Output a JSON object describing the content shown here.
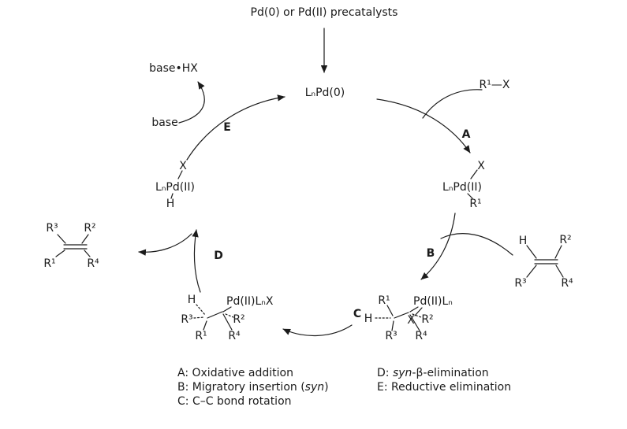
{
  "title": "Pd(0) or Pd(II) precatalysts",
  "species": {
    "pd0": "LₙPd(0)",
    "byproduct": "base•HX",
    "base": "base",
    "halide": "R¹—X"
  },
  "steps": {
    "a": "A",
    "b": "B",
    "c": "C",
    "d": "D",
    "e": "E"
  },
  "oxidative_addition_complex": {
    "x": "X",
    "pd": "LₙPd(II)",
    "r1": "R¹"
  },
  "hydridopalladium_complex": {
    "x": "X",
    "pd": "LₙPd(II)",
    "h": "H"
  },
  "alkene_substrate": {
    "h": "H",
    "r2": "R²",
    "r3": "R³",
    "r4": "R⁴"
  },
  "alkene_product": {
    "r3": "R³",
    "r2": "R²",
    "r1": "R¹",
    "r4": "R⁴"
  },
  "insertion_complex": {
    "r1": "R¹",
    "pd": "Pd(II)Lₙ",
    "h": "H",
    "x": "X",
    "r2": "R²",
    "r3": "R³",
    "r4": "R⁴"
  },
  "rotated_complex": {
    "h": "H",
    "pd": "Pd(II)LₙX",
    "r3": "R³",
    "r2": "R²",
    "r1": "R¹",
    "r4": "R⁴"
  },
  "legend": {
    "a": "A: Oxidative addition",
    "b_pre": "B: Migratory insertion (",
    "b_italic": "syn",
    "b_post": ")",
    "c": "C: C–C bond rotation",
    "d_pre": "D: ",
    "d_italic": "syn",
    "d_post": "-β-elimination",
    "e": "E: Reductive elimination"
  }
}
